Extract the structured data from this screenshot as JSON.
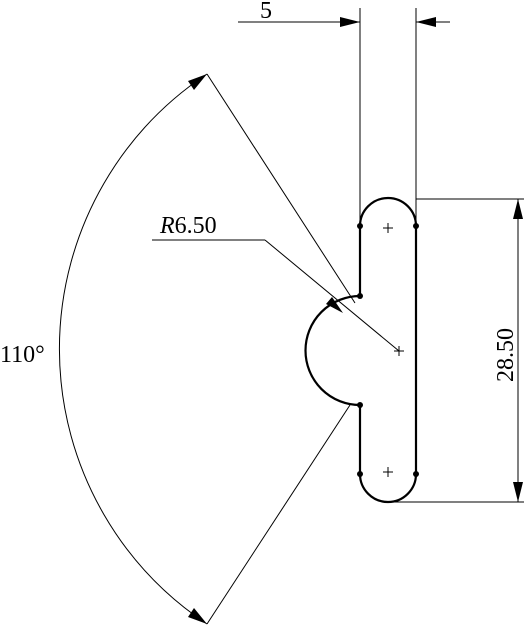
{
  "dimensions": {
    "width_label": "5",
    "radius_prefix": "R",
    "radius_value": "6.50",
    "height_label": "28.50",
    "angle_label": "110°"
  },
  "colors": {
    "line": "#000000",
    "background": "#ffffff"
  }
}
